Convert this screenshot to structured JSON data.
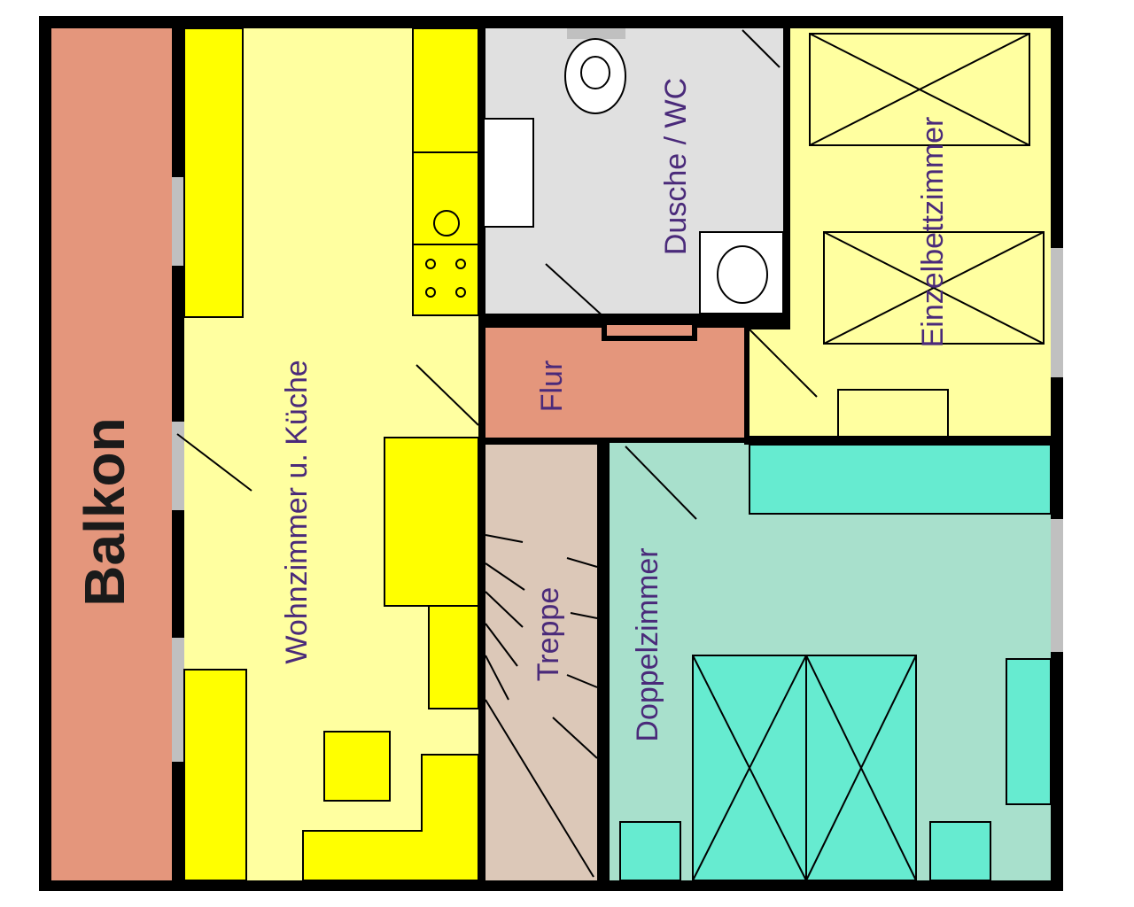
{
  "rooms": {
    "balkon": "Balkon",
    "wohnzimmer": "Wohnzimmer u. Küche",
    "dusche": "Dusche / WC",
    "einzelbett": "Einzelbettzimmer",
    "flur": "Flur",
    "treppe": "Treppe",
    "doppel": "Doppelzimmer"
  },
  "colors": {
    "wall": "#000000",
    "balkon": "#e4967c",
    "living": "#ffffa0",
    "furniture_yellow": "#ffff00",
    "bath": "#e0e0e0",
    "flur": "#e4967c",
    "treppe": "#dcc8b8",
    "doppel": "#a8e0cc",
    "furniture_cyan": "#66ebd0",
    "einzel": "#ffffa0",
    "window": "#c0c0c0"
  }
}
